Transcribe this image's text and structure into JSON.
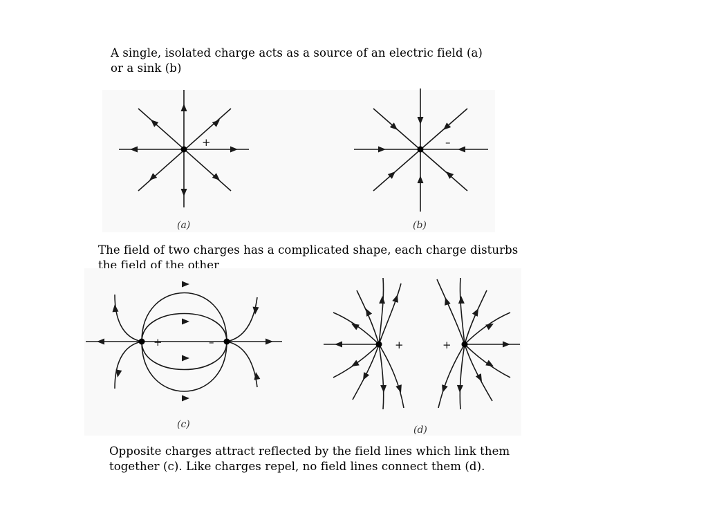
{
  "captions": {
    "top": [
      "A single, isolated charge acts as a source of an electric field (a)",
      "or a sink (b)"
    ],
    "middle": [
      "The field of two charges has a complicated shape, each charge disturbs",
      "the field of the other"
    ],
    "bottom": [
      "Opposite charges attract reflected by the field lines which link them",
      "together (c).   Like charges repel, no field lines connect them (d)."
    ]
  },
  "panels": {
    "a": {
      "label": "(a)",
      "sign": "+"
    },
    "b": {
      "label": "(b)",
      "sign": "–"
    },
    "c": {
      "label": "(c)",
      "sign_left": "+",
      "sign_right": "–"
    },
    "d": {
      "label": "(d)",
      "sign_left": "+",
      "sign_right": "+"
    }
  }
}
